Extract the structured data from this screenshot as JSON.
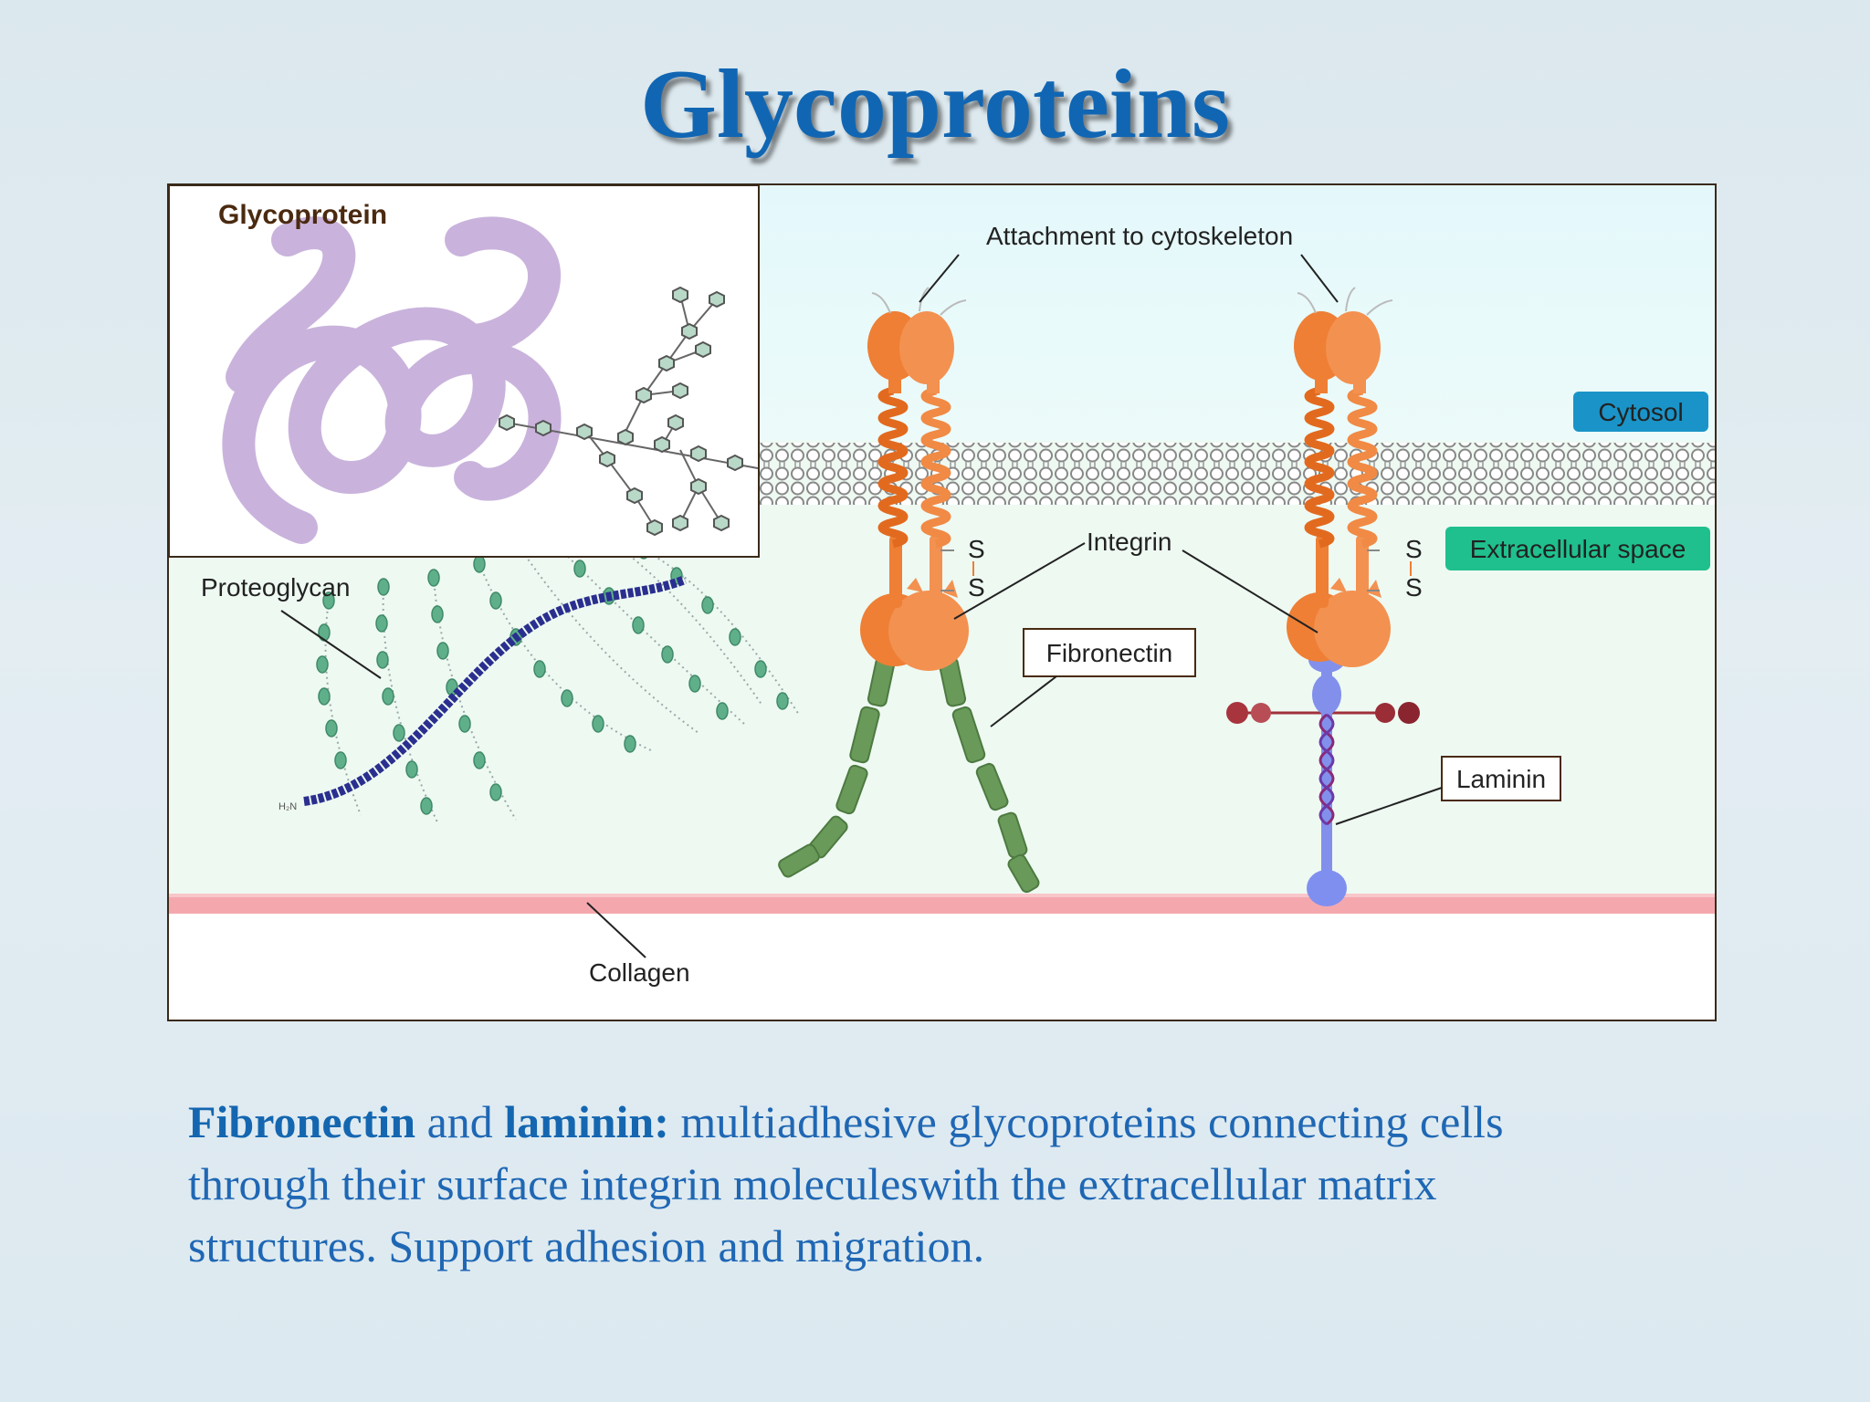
{
  "slide": {
    "title": "Glycoproteins"
  },
  "figure": {
    "inset_label": "Glycoprotein",
    "labels": {
      "attachment": "Attachment to cytoskeleton",
      "cytosol": "Cytosol",
      "extracellular": "Extracellular space",
      "integrin": "Integrin",
      "fibronectin": "Fibronectin",
      "laminin": "Laminin",
      "proteoglycan": "Proteoglycan",
      "collagen": "Collagen",
      "disulfide_s": "S"
    },
    "colors": {
      "cytosol_badge": "#1a94c8",
      "extracellular_badge": "#1fc08d",
      "integrin": "#f08a45",
      "fibronectin": "#6a9a5a",
      "laminin": "#7f8ff0",
      "collagen": "#f0a0a8",
      "glycoprotein": "#c9b3dc",
      "proteoglycan_core": "#2a2f8f"
    }
  },
  "caption": {
    "term1": "Fibronectin",
    "and": " and ",
    "term2": "laminin:",
    "line1_rest": " multiadhesive glycoproteins connecting cells",
    "line2": "through their surface integrin moleculeswith the extracellular matrix",
    "line3": "structures. Support adhesion and migration."
  }
}
